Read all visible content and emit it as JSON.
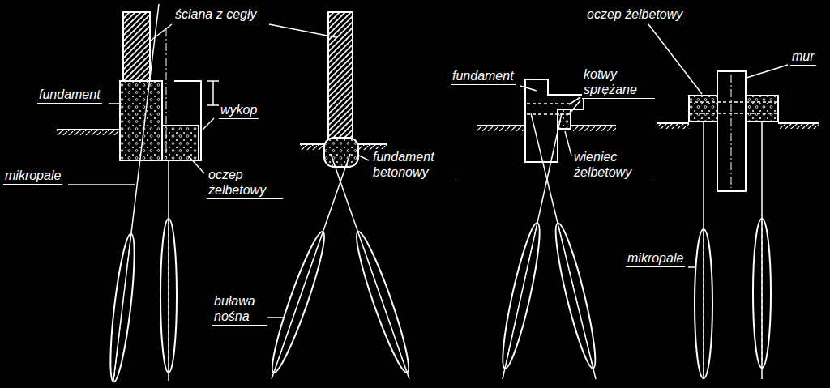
{
  "diagram": {
    "labels": [
      "ściana z cegły",
      "oczep żelbetowy",
      "mur",
      "fundament",
      "fundament",
      "kotwy sprężane",
      "wykop",
      "mikropale",
      "oczep żelbetowy",
      "fundament betonowy",
      "wieniec żelbetowy",
      "mikropale",
      "buława nośna"
    ]
  }
}
